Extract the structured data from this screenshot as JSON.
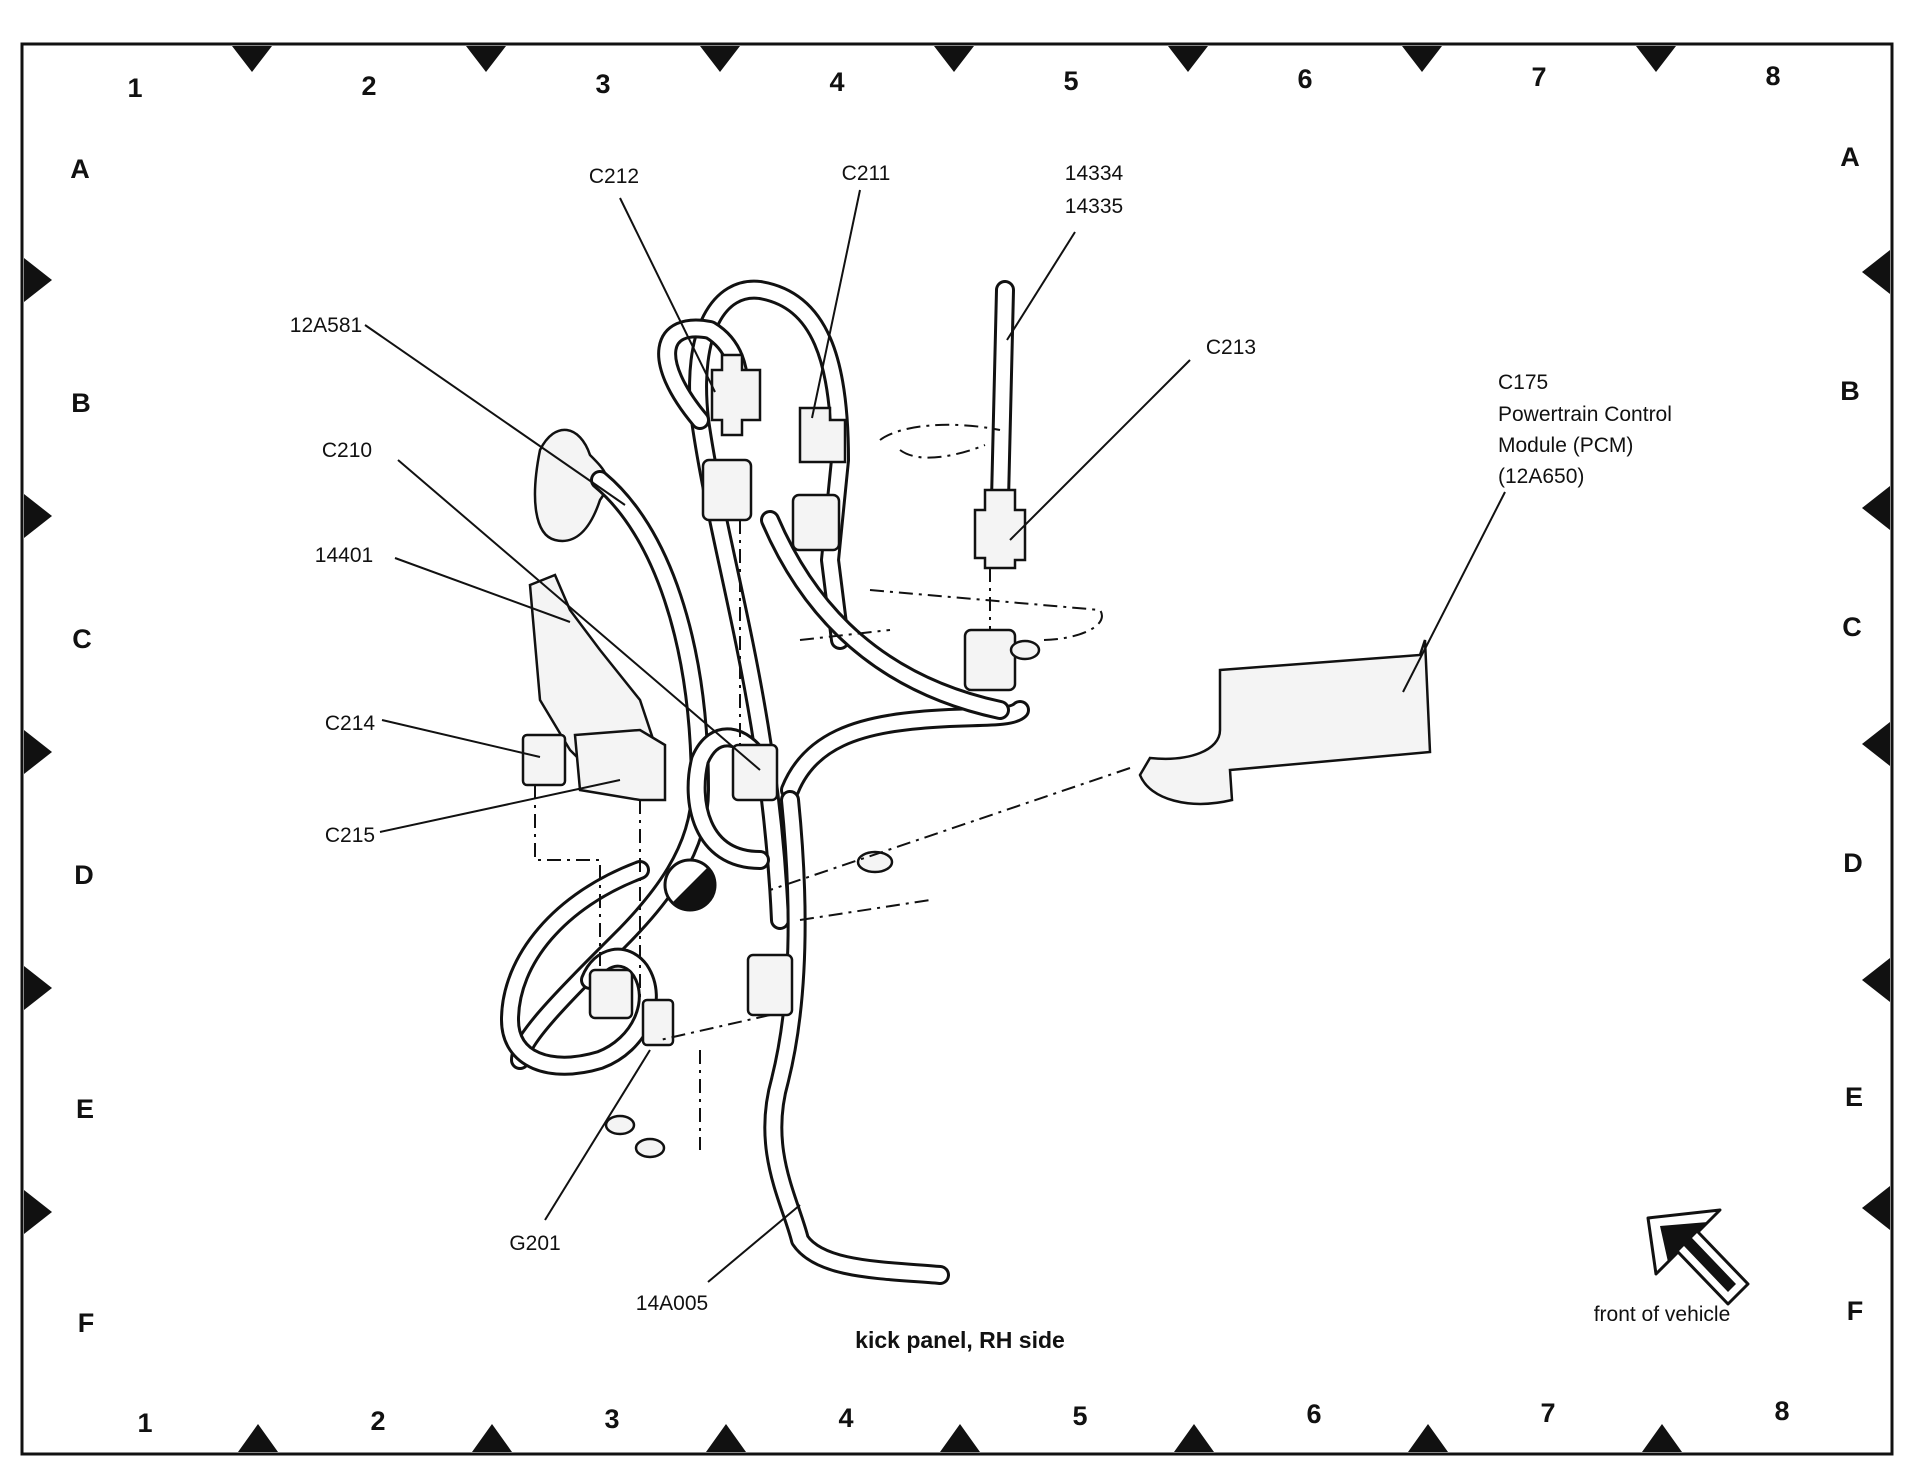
{
  "grid": {
    "columns": [
      "1",
      "2",
      "3",
      "4",
      "5",
      "6",
      "7",
      "8"
    ],
    "rows": [
      "A",
      "B",
      "C",
      "D",
      "E",
      "F"
    ]
  },
  "callouts": {
    "c212": "C212",
    "c211": "C211",
    "p14334": "14334",
    "p14335": "14335",
    "p12a581": "12A581",
    "c213": "C213",
    "c175": "C175",
    "pcm_line1": "Powertrain Control",
    "pcm_line2": "Module (PCM)",
    "pcm_line3": "(12A650)",
    "c210": "C210",
    "p14401": "14401",
    "c214": "C214",
    "c215": "C215",
    "g201": "G201",
    "p14a005": "14A005"
  },
  "caption": "kick panel, RH side",
  "front_of_vehicle": "front of vehicle"
}
